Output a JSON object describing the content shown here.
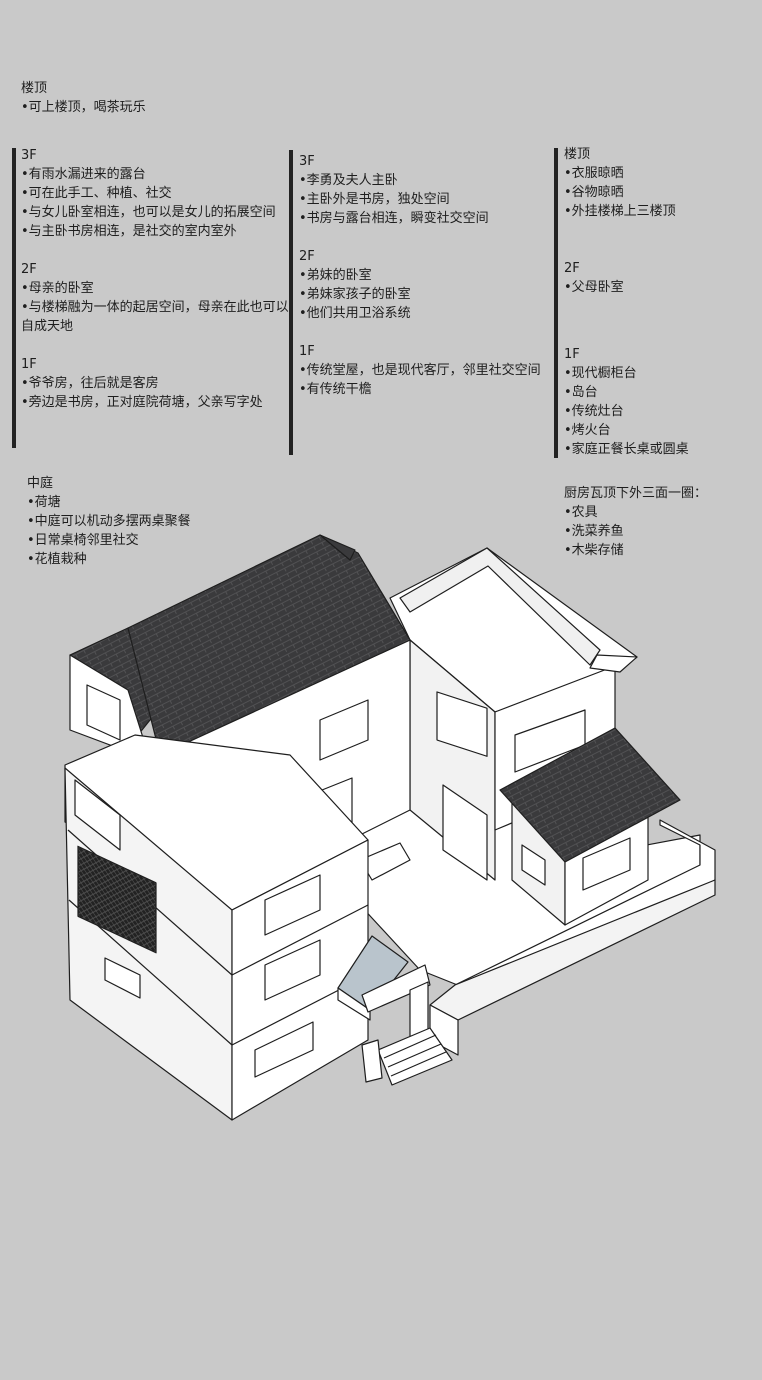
{
  "roof_note": {
    "heading": "楼顶",
    "items": [
      "•可上楼顶，喝茶玩乐"
    ]
  },
  "col1": {
    "f3": {
      "label": "3F",
      "items": [
        "•有雨水漏进来的露台",
        "•可在此手工、种植、社交",
        "•与女儿卧室相连，也可以是女儿的拓展空间",
        "•与主卧书房相连，是社交的室内室外"
      ]
    },
    "f2": {
      "label": "2F",
      "items": [
        "•母亲的卧室",
        "•与楼梯融为一体的起居空间，母亲在此也可以自成天地"
      ]
    },
    "f1": {
      "label": "1F",
      "items": [
        "•爷爷房，往后就是客房",
        "•旁边是书房，正对庭院荷塘，父亲写字处"
      ]
    }
  },
  "col2": {
    "f3": {
      "label": "3F",
      "items": [
        "•李勇及夫人主卧",
        "•主卧外是书房，独处空间",
        "•书房与露台相连，瞬变社交空间"
      ]
    },
    "f2": {
      "label": "2F",
      "items": [
        "•弟妹的卧室",
        "•弟妹家孩子的卧室",
        "•他们共用卫浴系统"
      ]
    },
    "f1": {
      "label": "1F",
      "items": [
        "•传统堂屋，也是现代客厅，邻里社交空间",
        "•有传统干檐"
      ]
    }
  },
  "col3": {
    "roof": {
      "label": "楼顶",
      "items": [
        "•衣服晾晒",
        "•谷物晾晒",
        "•外挂楼梯上三楼顶"
      ]
    },
    "f2": {
      "label": "2F",
      "items": [
        "•父母卧室"
      ]
    },
    "f1": {
      "label": "1F",
      "items": [
        "•现代橱柜台",
        "•岛台",
        "•传统灶台",
        "•烤火台",
        "•家庭正餐长桌或圆桌"
      ]
    }
  },
  "courtyard": {
    "heading": "中庭",
    "items": [
      "•荷塘",
      "•中庭可以机动多摆两桌聚餐",
      "•日常桌椅邻里社交",
      "•花植栽种"
    ]
  },
  "kitchen": {
    "heading": "厨房瓦顶下外三面一圈：",
    "items": [
      "•农具",
      "•洗菜养鱼",
      "•木柴存储"
    ]
  },
  "colors": {
    "background": "#c9c9c9",
    "roof_tile": "#3a3a3c",
    "wall_white": "#ffffff",
    "water": "#b9c4cc",
    "line": "#1e1e1e"
  }
}
